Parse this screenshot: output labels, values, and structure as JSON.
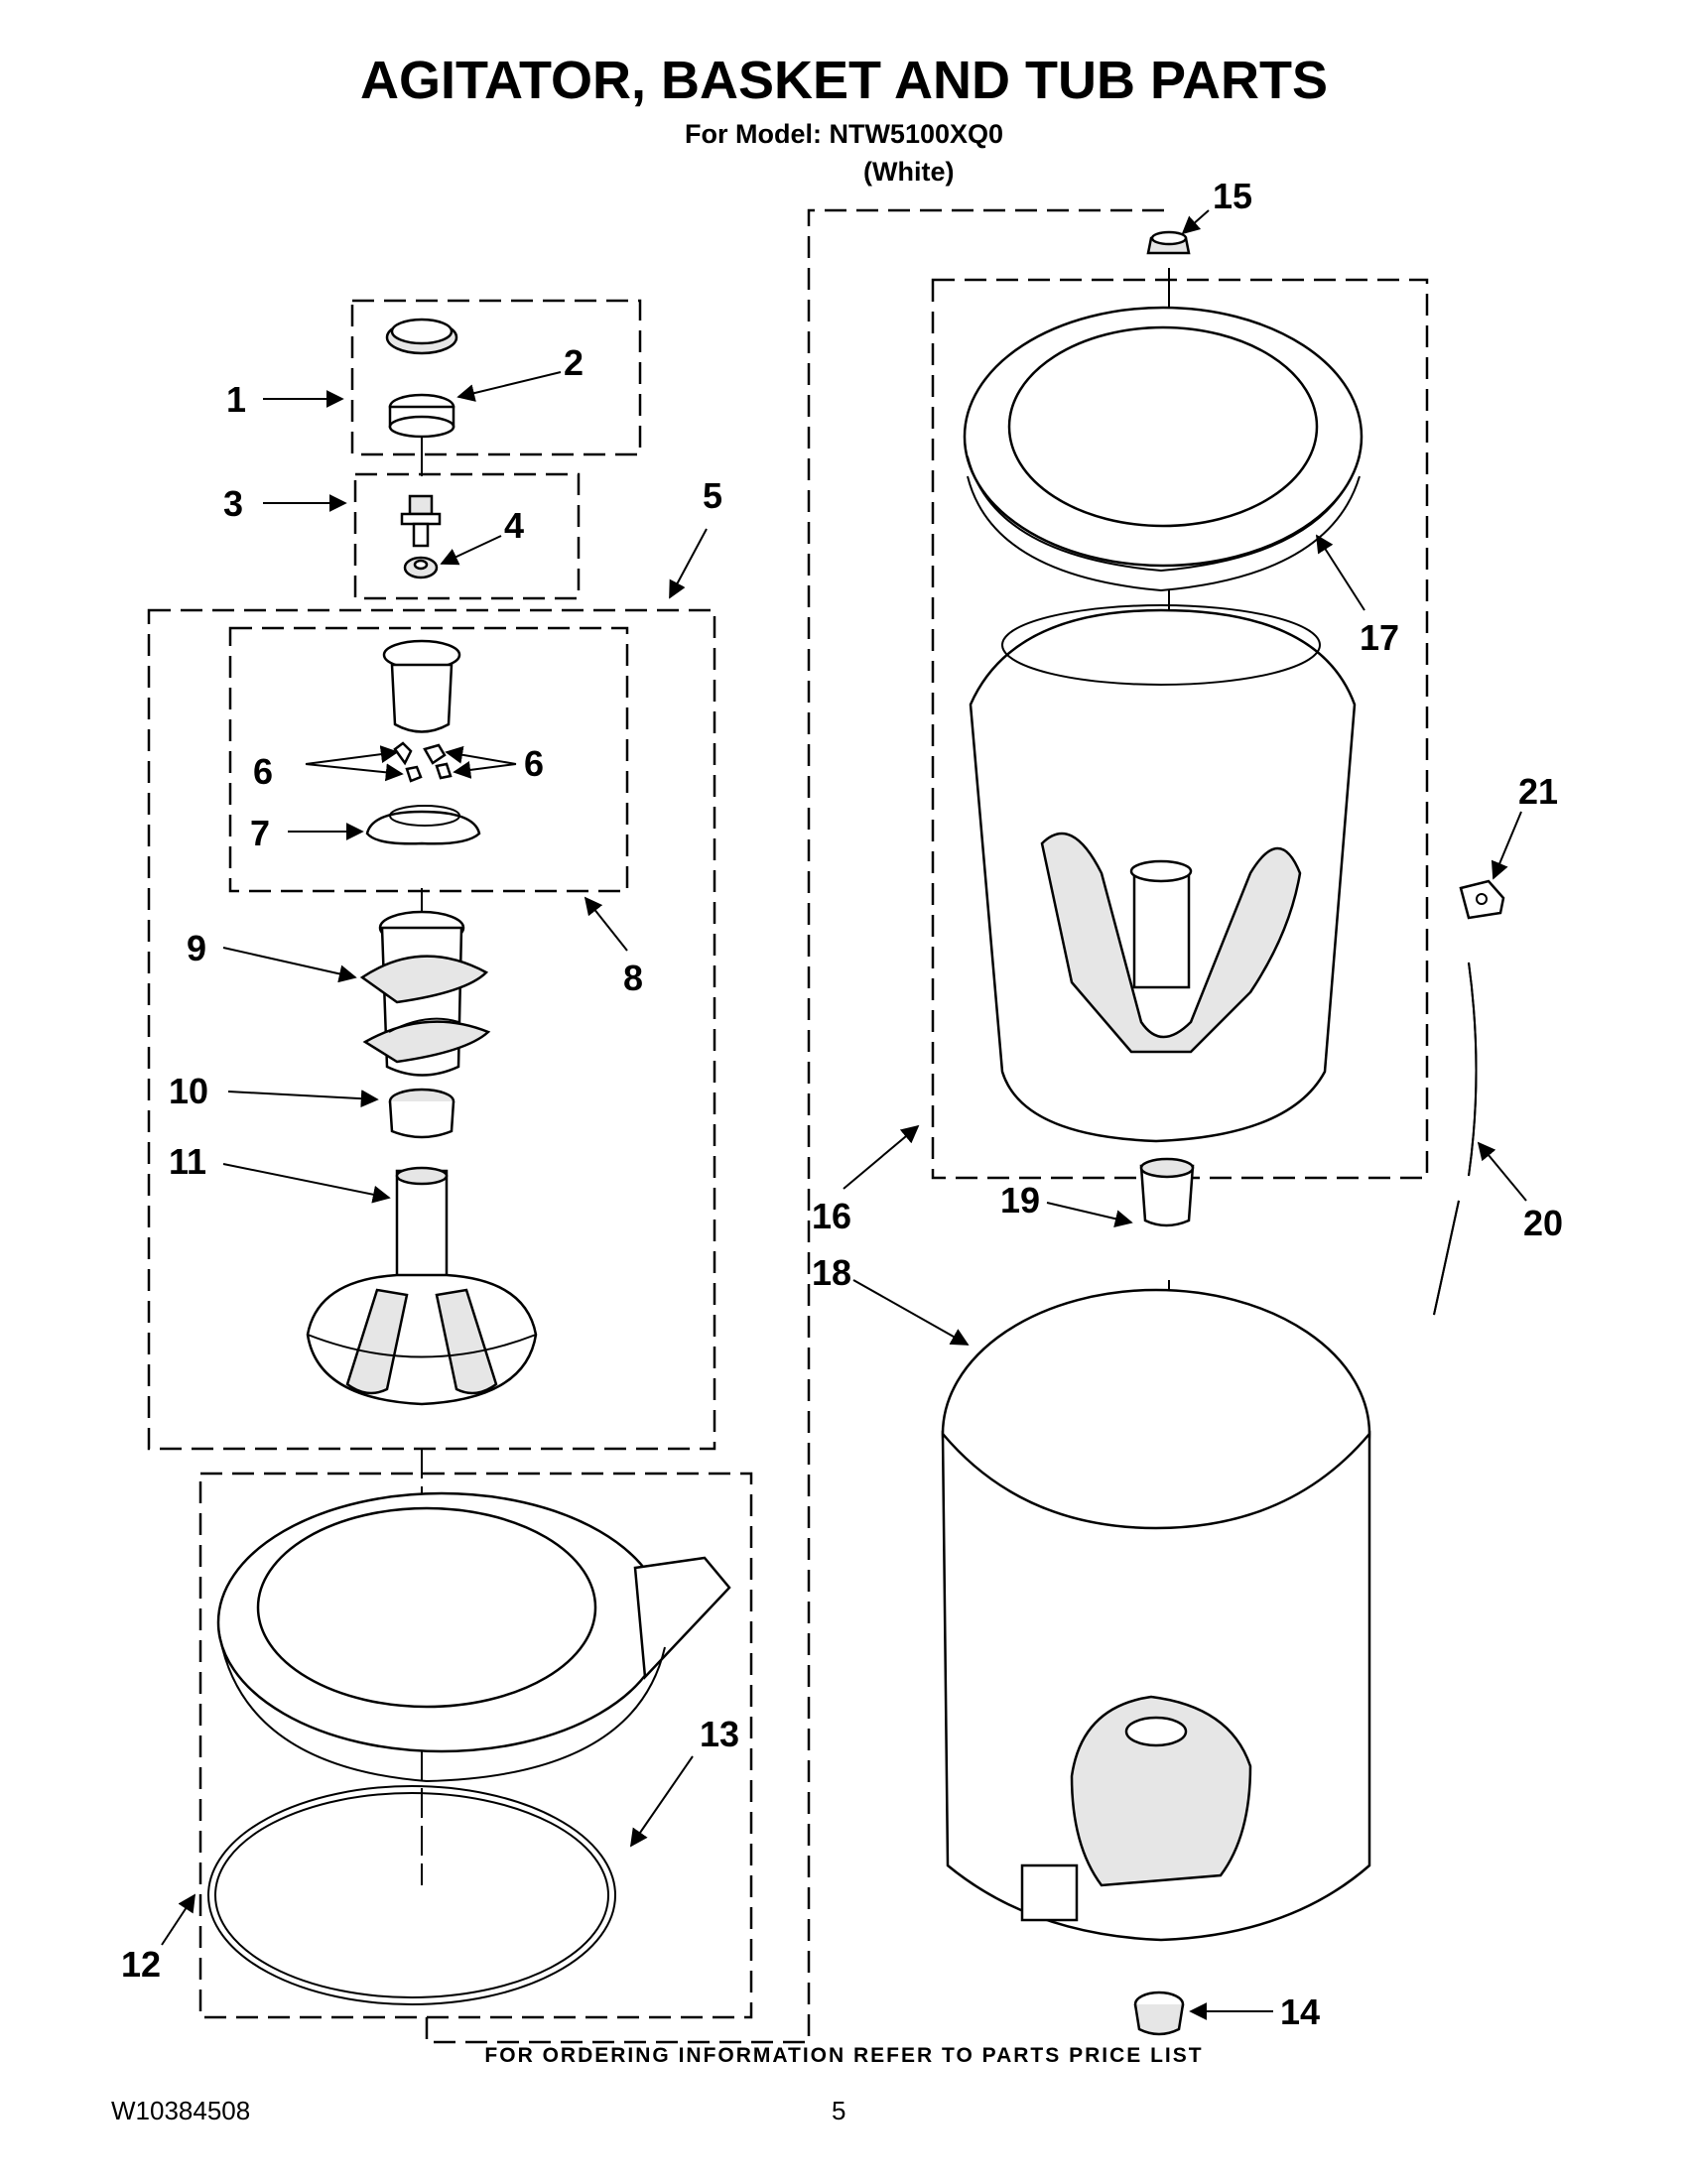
{
  "header": {
    "title": "AGITATOR, BASKET AND TUB PARTS",
    "model_line": "For Model: NTW5100XQ0",
    "variant": "(White)"
  },
  "callouts": [
    "1",
    "2",
    "3",
    "4",
    "5",
    "6",
    "6",
    "7",
    "8",
    "9",
    "10",
    "11",
    "12",
    "13",
    "14",
    "15",
    "16",
    "17",
    "18",
    "19",
    "20",
    "21"
  ],
  "footer": {
    "note": "FOR ORDERING INFORMATION REFER TO PARTS PRICE LIST",
    "doc_number": "W10384508",
    "page": "5"
  }
}
